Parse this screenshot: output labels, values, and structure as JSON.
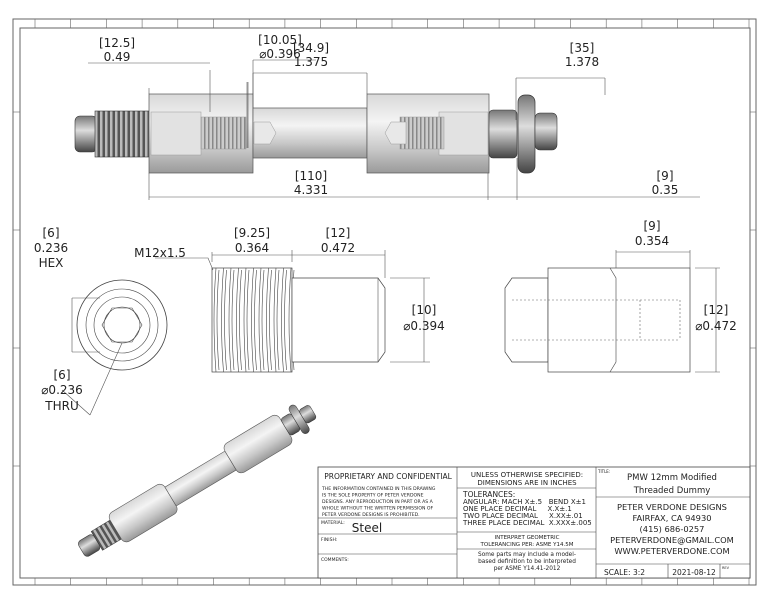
{
  "drawing": {
    "main_view": {
      "dims": [
        {
          "metric": "[12.5]",
          "inch": "0.49"
        },
        {
          "metric": "[10.05]",
          "inch": "⌀0.396"
        },
        {
          "metric": "[34.9]",
          "inch": "1.375"
        },
        {
          "metric": "[35]",
          "inch": "1.378"
        },
        {
          "metric": "[110]",
          "inch": "4.331"
        },
        {
          "metric": "[9]",
          "inch": "0.35"
        }
      ]
    },
    "end_view": {
      "hex": {
        "metric": "[6]",
        "inch": "0.236",
        "note": "HEX"
      },
      "thru": {
        "metric": "[6]",
        "inch": "⌀0.236",
        "note": "THRU"
      }
    },
    "thread_view": {
      "callout": "M12x1.5",
      "thread_len": {
        "metric": "[9.25]",
        "inch": "0.364"
      },
      "plain_len": {
        "metric": "[12]",
        "inch": "0.472"
      },
      "dia": {
        "metric": "[10]",
        "inch": "⌀0.394"
      }
    },
    "nut_view": {
      "len": {
        "metric": "[9]",
        "inch": "0.354"
      },
      "dia": {
        "metric": "[12]",
        "inch": "⌀0.472"
      }
    }
  },
  "title_block": {
    "proprietary": {
      "heading": "PROPRIETARY AND CONFIDENTIAL",
      "lines": [
        "THE INFORMATION CONTAINED IN THIS DRAWING",
        "IS THE SOLE PROPERTY OF PETER VERDONE",
        "DESIGNS.  ANY  REPRODUCTION IN PART OR AS A",
        "WHOLE WITHOUT THE WRITTEN PERMISSION OF",
        "PETER VERDONE DESIGNS IS PROHIBITED."
      ]
    },
    "material_label": "MATERIAL:",
    "material": "Steel",
    "finish_label": "FINISH:",
    "comments_label": "COMMENTS:",
    "unless": [
      "UNLESS OTHERWISE SPECIFIED:",
      "DIMENSIONS ARE IN INCHES"
    ],
    "tolerances": [
      "TOLERANCES:",
      "ANGULAR: MACH X±.5   BEND X±1",
      "ONE PLACE DECIMAL     X.X±.1",
      "TWO PLACE DECIMAL     X.XX±.01",
      "THREE PLACE DECIMAL  X.XXX±.005"
    ],
    "interpret": [
      "INTERPRET GEOMETRIC",
      "TOLERANCING PER: ASME Y14.5M"
    ],
    "model_note": [
      "Some parts may include a model-",
      "based definition to be interpreted",
      "per ASME Y14.41-2012"
    ],
    "title_label": "TITLE:",
    "title": [
      "PMW 12mm Modified",
      "Threaded Dummy"
    ],
    "company": [
      "PETER VERDONE DESIGNS",
      "FAIRFAX, CA 94930",
      "(415) 686-0257",
      "PETERVERDONE@GMAIL.COM",
      "WWW.PETERVERDONE.COM"
    ],
    "scale": "SCALE: 3:2",
    "date": "2021-08-12",
    "rev_label": "REV"
  }
}
